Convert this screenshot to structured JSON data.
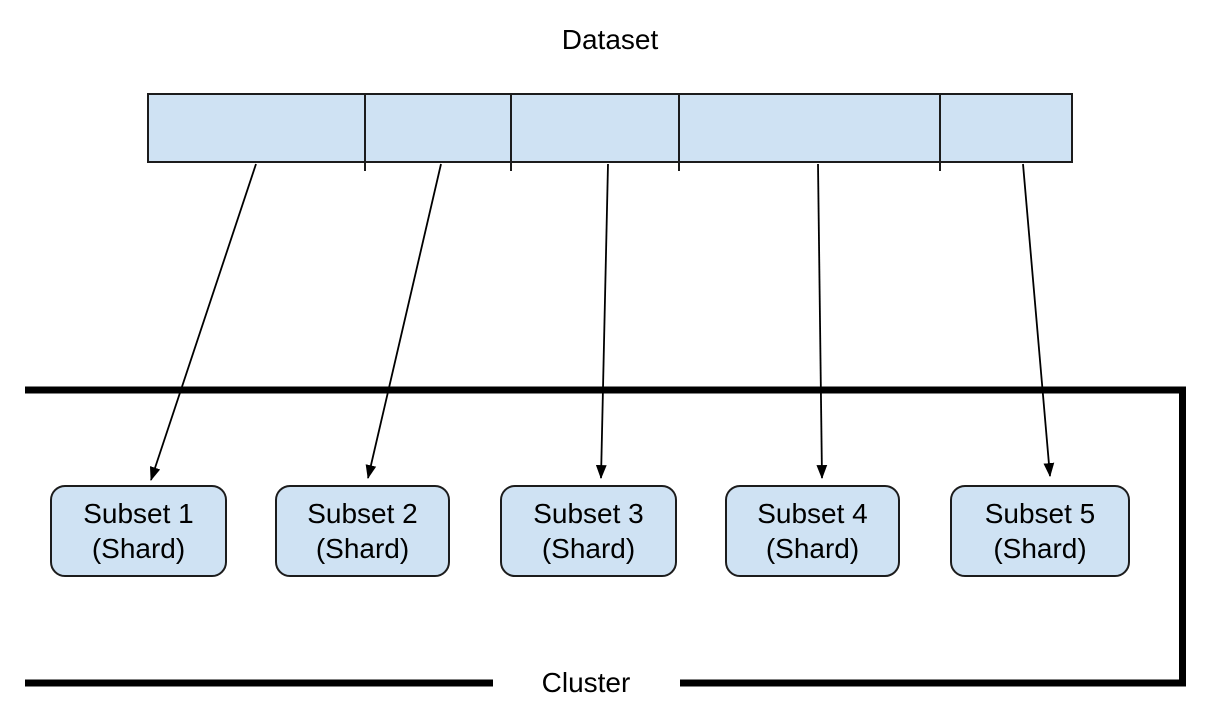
{
  "diagram": {
    "title": "Dataset",
    "cluster_label": "Cluster",
    "dataset_segment_count": 5,
    "subsets": [
      {
        "name": "Subset 1",
        "type": "(Shard)"
      },
      {
        "name": "Subset 2",
        "type": "(Shard)"
      },
      {
        "name": "Subset 3",
        "type": "(Shard)"
      },
      {
        "name": "Subset 4",
        "type": "(Shard)"
      },
      {
        "name": "Subset 5",
        "type": "(Shard)"
      }
    ],
    "colors": {
      "segment_fill": "#cfe2f3",
      "outline": "#000000"
    }
  }
}
